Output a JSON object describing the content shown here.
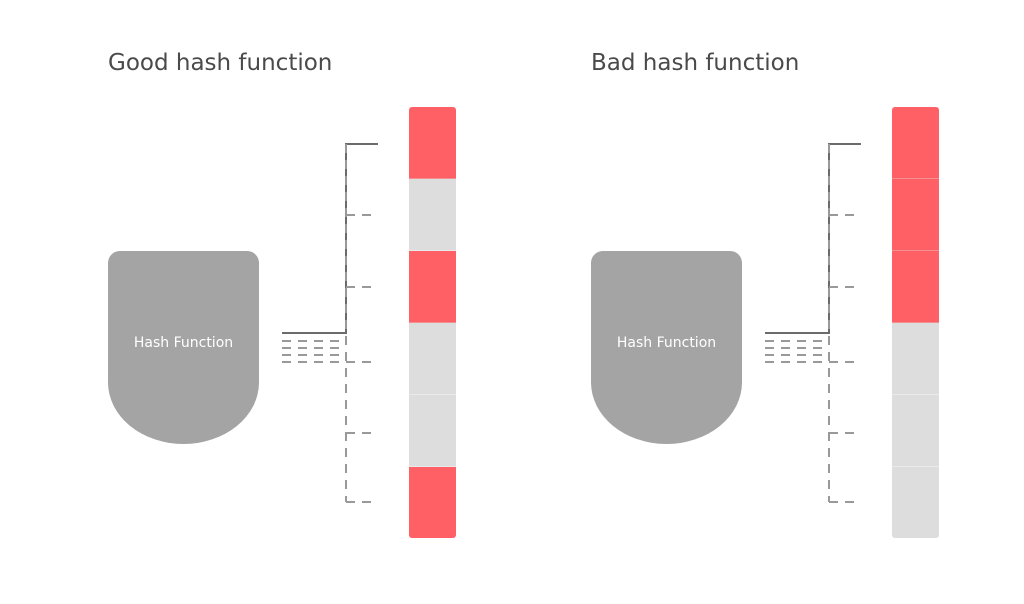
{
  "panels": [
    {
      "id": "good",
      "title": "Good hash function",
      "hash_box_label": "Hash Function",
      "buckets": [
        "filled",
        "empty",
        "filled",
        "empty",
        "empty",
        "filled"
      ]
    },
    {
      "id": "bad",
      "title": "Bad hash function",
      "hash_box_label": "Hash Function",
      "buckets": [
        "filled",
        "filled",
        "filled",
        "empty",
        "empty",
        "empty"
      ]
    }
  ],
  "colors": {
    "filled": "#fe6066",
    "empty": "#dddddd",
    "hash_box": "#a4a4a4",
    "wire_solid": "#6b6b6b",
    "wire_dashed": "#999999",
    "title": "#4a4a4a"
  }
}
